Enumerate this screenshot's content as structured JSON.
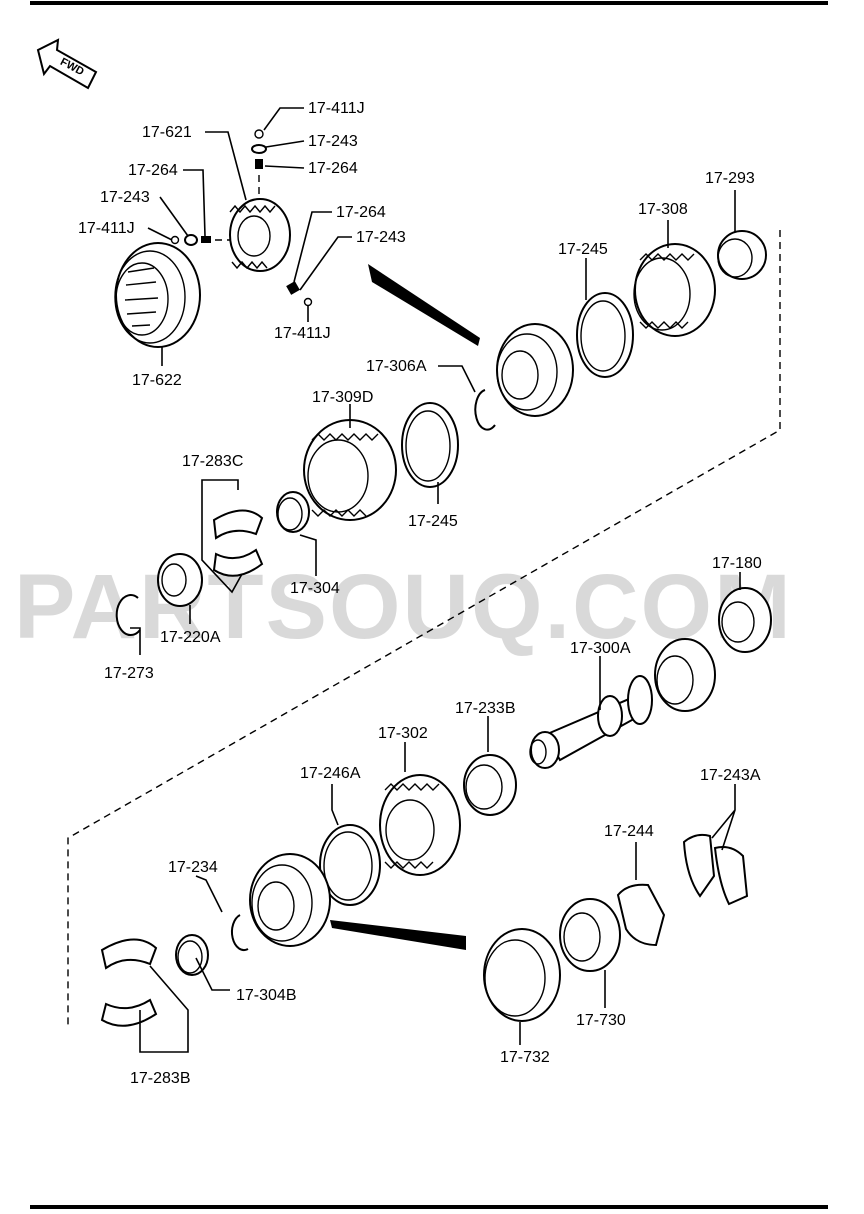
{
  "watermark": "PARTSOUQ.COM",
  "fwd_label": "FWD",
  "labels": {
    "l_411J_top": "17-411J",
    "l_243_top": "17-243",
    "l_264_top": "17-264",
    "l_621": "17-621",
    "l_264_left": "17-264",
    "l_243_left": "17-243",
    "l_411J_left": "17-411J",
    "l_264_right": "17-264",
    "l_243_right": "17-243",
    "l_411J_bottom": "17-411J",
    "l_622": "17-622",
    "l_293": "17-293",
    "l_308": "17-308",
    "l_245_top": "17-245",
    "l_306A": "17-306A",
    "l_309D": "17-309D",
    "l_245_mid": "17-245",
    "l_283C": "17-283C",
    "l_304": "17-304",
    "l_220A": "17-220A",
    "l_273": "17-273",
    "l_180": "17-180",
    "l_300A": "17-300A",
    "l_233B": "17-233B",
    "l_302": "17-302",
    "l_246A": "17-246A",
    "l_243A": "17-243A",
    "l_244": "17-244",
    "l_234": "17-234",
    "l_304B": "17-304B",
    "l_730": "17-730",
    "l_732": "17-732",
    "l_283B": "17-283B"
  },
  "colors": {
    "line": "#000000",
    "background": "#ffffff",
    "watermark": "#000000"
  }
}
